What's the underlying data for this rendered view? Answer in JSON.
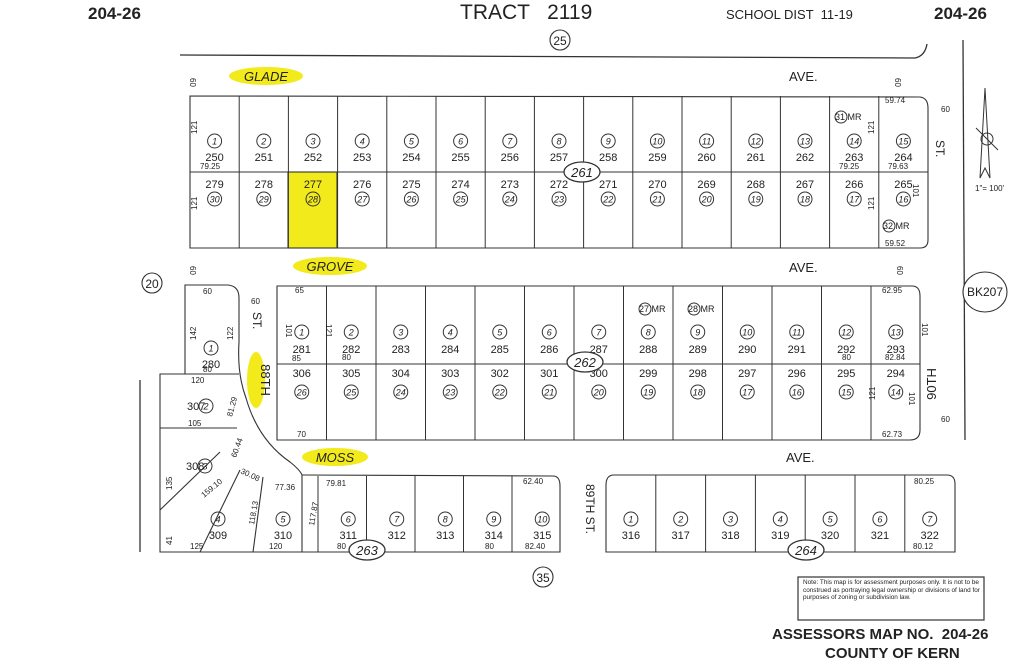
{
  "header": {
    "map_left": "204-26",
    "tract": "TRACT   2119",
    "school_dist": "SCHOOL DIST  11-19",
    "map_right": "204-26"
  },
  "streets": {
    "glade": "GLADE",
    "glade_ave": "AVE.",
    "grove": "GROVE",
    "grove_ave": "AVE.",
    "moss": "MOSS",
    "moss_ave": "AVE.",
    "st88": "88TH",
    "st88_st": "ST.",
    "st89": "89TH  ST.",
    "st90": "90TH",
    "st90_st": "ST."
  },
  "circled_refs": {
    "top": "25",
    "left": "20",
    "bottom": "35",
    "bk": "BK207",
    "block261": "261",
    "block262": "262",
    "block263": "263",
    "block264": "264"
  },
  "scale": "1\"= 100'",
  "note": "Note: This map is for assessment purposes only. It is not to be construed as portraying legal ownership or divisions of land for purposes of zoning or subdivision law.",
  "footer": {
    "assessors": "ASSESSORS MAP NO.  204-26",
    "county": "COUNTY OF KERN"
  },
  "highlight_color": "#f2ea1a",
  "block261_top": {
    "lots": [
      "1",
      "2",
      "3",
      "4",
      "5",
      "6",
      "7",
      "8",
      "9",
      "10",
      "11",
      "12",
      "13",
      "14",
      "15"
    ],
    "parcels": [
      "250",
      "251",
      "252",
      "253",
      "254",
      "255",
      "256",
      "257",
      "258",
      "259",
      "260",
      "261",
      "262",
      "263",
      "264"
    ]
  },
  "block261_bottom": {
    "lots": [
      "30",
      "29",
      "28",
      "27",
      "26",
      "25",
      "24",
      "23",
      "22",
      "21",
      "20",
      "19",
      "18",
      "17",
      "16"
    ],
    "parcels": [
      "279",
      "278",
      "277",
      "276",
      "275",
      "274",
      "273",
      "272",
      "271",
      "270",
      "269",
      "268",
      "267",
      "266",
      "265"
    ]
  },
  "block262_top": {
    "lots": [
      "1",
      "2",
      "3",
      "4",
      "5",
      "6",
      "7",
      "8",
      "9",
      "10",
      "11",
      "12",
      "13"
    ],
    "parcels": [
      "281",
      "282",
      "283",
      "284",
      "285",
      "286",
      "287",
      "288",
      "289",
      "290",
      "291",
      "292",
      "293"
    ]
  },
  "block262_bottom": {
    "lots": [
      "26",
      "25",
      "24",
      "23",
      "22",
      "21",
      "20",
      "19",
      "18",
      "17",
      "16",
      "15",
      "14"
    ],
    "parcels": [
      "306",
      "305",
      "304",
      "303",
      "302",
      "301",
      "300",
      "299",
      "298",
      "297",
      "296",
      "295",
      "294"
    ]
  },
  "block263": {
    "lots": [
      "6",
      "7",
      "8",
      "9",
      "10"
    ],
    "parcels": [
      "311",
      "312",
      "313",
      "314",
      "315"
    ]
  },
  "block264": {
    "lots": [
      "1",
      "2",
      "3",
      "4",
      "5",
      "6",
      "7"
    ],
    "parcels": [
      "316",
      "317",
      "318",
      "319",
      "320",
      "321",
      "322"
    ]
  },
  "west_lots": [
    {
      "lot": "1",
      "parcel": "280"
    },
    {
      "lot": "2",
      "parcel": "307"
    },
    {
      "lot": "3",
      "parcel": "308"
    },
    {
      "lot": "4",
      "parcel": "309"
    },
    {
      "lot": "5",
      "parcel": "310"
    }
  ],
  "mr_tags": {
    "a": "31 MR",
    "b": "32 MR",
    "c": "27 MR",
    "d": "28 MR"
  },
  "dims": {
    "d60a": "60",
    "d60b": "60",
    "d60c": "60",
    "d60d": "60",
    "d60e": "60",
    "d60f": "60",
    "d60g": "60",
    "d60h": "60",
    "d121a": "121",
    "d121b": "121",
    "d121c": "121",
    "d121d": "121",
    "d121e": "121",
    "d121f": "121",
    "d101a": "101",
    "d101b": "101",
    "d101c": "101",
    "d101d": "101",
    "d7925a": "79.25",
    "d7925b": "79.25",
    "d7963": "79.63",
    "d5974": "59.74",
    "d5952": "59.52",
    "d6295": "62.95",
    "d8284": "82.84",
    "d6273": "62.73",
    "d65": "65",
    "d70": "70",
    "d85": "85",
    "d80a": "80",
    "d80b": "80",
    "d80c": "80",
    "d80d": "80",
    "d80e": "80",
    "d142": "142",
    "d122": "122",
    "d120a": "120",
    "d105": "105",
    "d135": "135",
    "d41": "41",
    "d125": "125",
    "d120b": "120",
    "d8129": "81.29",
    "d6044": "60.44",
    "d3008": "30.08",
    "d15910": "159.10",
    "d7736": "77.36",
    "d7981": "79.81",
    "d11813": "118.13",
    "d11787": "117.87",
    "d6240": "62.40",
    "d8240": "82.40",
    "d8025": "80.25",
    "d8012": "80.12"
  }
}
